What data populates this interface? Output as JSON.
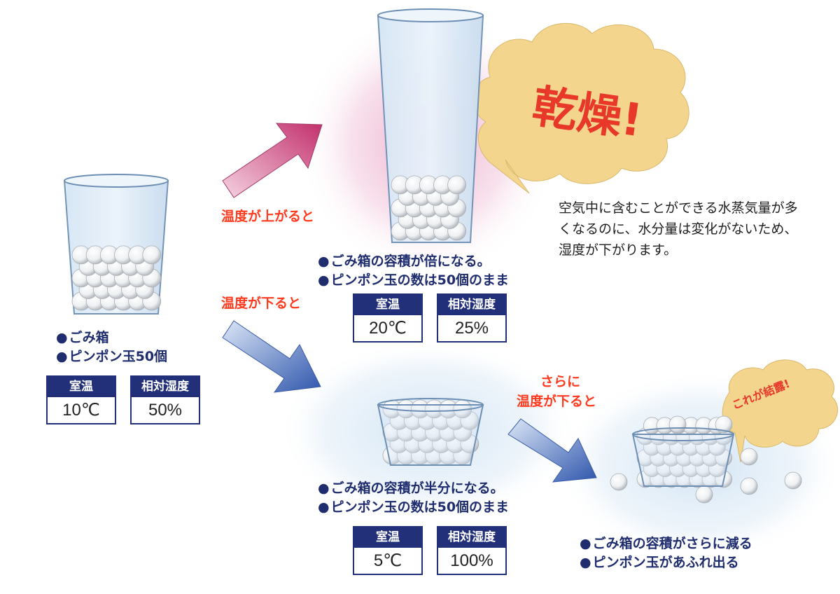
{
  "initial": {
    "bullets": [
      "ごみ箱",
      "ピンポン玉50個"
    ],
    "temp": {
      "label": "室温",
      "value": "10℃"
    },
    "humidity": {
      "label": "相対湿度",
      "value": "50%"
    }
  },
  "rise": {
    "arrow_label": "温度が上がると",
    "bullets": [
      "ごみ箱の容積が倍になる。",
      "ピンポン玉の数は50個のまま"
    ],
    "temp": {
      "label": "室温",
      "value": "20℃"
    },
    "humidity": {
      "label": "相対湿度",
      "value": "25%"
    },
    "bubble": "乾燥!",
    "explanation": "空気中に含むことができる水蒸気量が多くなるのに、水分量は変化がないため、湿度が下がります。"
  },
  "fall": {
    "arrow_label": "温度が下ると",
    "bullets": [
      "ごみ箱の容積が半分になる。",
      "ピンポン玉の数は50個のまま"
    ],
    "temp": {
      "label": "室温",
      "value": "5℃"
    },
    "humidity": {
      "label": "相対湿度",
      "value": "100%"
    }
  },
  "further": {
    "arrow_label_line1": "さらに",
    "arrow_label_line2": "温度が下ると",
    "bubble": "これが結露!",
    "bullets": [
      "ごみ箱の容積がさらに減る",
      "ピンポン玉があふれ出る"
    ]
  },
  "colors": {
    "navy": "#22307a",
    "accent_red": "#e8382a",
    "label_red": "#ff3b1f",
    "bubble_fill": "#f4d58e",
    "pink_arrow": "#c2306c",
    "blue_arrow": "#3359b0"
  }
}
